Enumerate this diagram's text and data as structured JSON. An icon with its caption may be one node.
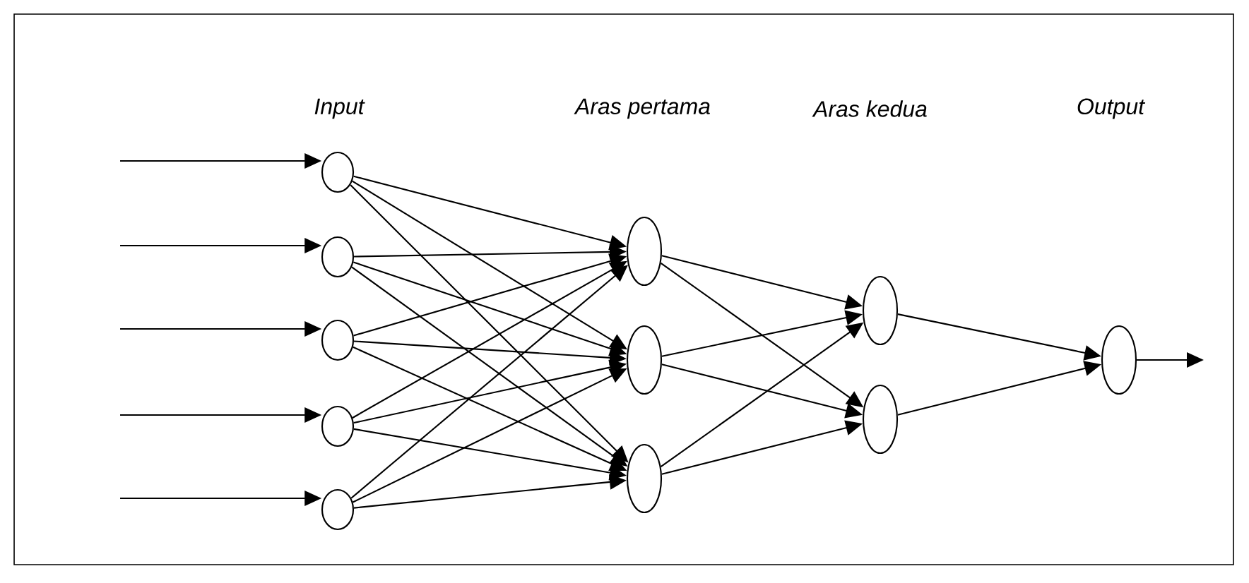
{
  "diagram": {
    "nodes": [
      {
        "text": [],
        "shape": "ellipse"
      },
      {
        "text": [],
        "shape": "ellipse"
      },
      {
        "text": [],
        "shape": "ellipse"
      },
      {
        "text": [],
        "shape": "ellipse"
      },
      {
        "text": [],
        "shape": "ellipse"
      },
      {
        "text": [],
        "shape": "ellipse"
      },
      {
        "text": [],
        "shape": "ellipse"
      },
      {
        "text": [],
        "shape": "ellipse"
      },
      {
        "text": [],
        "shape": "ellipse"
      },
      {
        "text": [],
        "shape": "ellipse"
      },
      {
        "text": [],
        "shape": "ellipse"
      }
    ],
    "edges": [
      {
        "from": null,
        "to": 0,
        "arrow": "to"
      },
      {
        "from": null,
        "to": 1,
        "arrow": "to"
      },
      {
        "from": null,
        "to": 2,
        "arrow": "to"
      },
      {
        "from": null,
        "to": 3,
        "arrow": "to"
      },
      {
        "from": null,
        "to": 4,
        "arrow": "to"
      },
      {
        "from": 0,
        "to": 5,
        "arrow": "to"
      },
      {
        "from": 0,
        "to": 6,
        "arrow": "to"
      },
      {
        "from": 0,
        "to": 7,
        "arrow": "to"
      },
      {
        "from": 1,
        "to": 5,
        "arrow": "to"
      },
      {
        "from": 1,
        "to": 6,
        "arrow": "to"
      },
      {
        "from": 1,
        "to": 7,
        "arrow": "to"
      },
      {
        "from": 2,
        "to": 5,
        "arrow": "to"
      },
      {
        "from": 2,
        "to": 6,
        "arrow": "to"
      },
      {
        "from": 2,
        "to": 7,
        "arrow": "to"
      },
      {
        "from": 3,
        "to": 5,
        "arrow": "to"
      },
      {
        "from": 3,
        "to": 6,
        "arrow": "to"
      },
      {
        "from": 3,
        "to": 7,
        "arrow": "to"
      },
      {
        "from": 4,
        "to": 5,
        "arrow": "to"
      },
      {
        "from": 4,
        "to": 6,
        "arrow": "to"
      },
      {
        "from": 4,
        "to": 7,
        "arrow": "to"
      },
      {
        "from": 5,
        "to": 8,
        "arrow": "to"
      },
      {
        "from": 5,
        "to": 9,
        "arrow": "to"
      },
      {
        "from": 6,
        "to": 8,
        "arrow": "to"
      },
      {
        "from": 6,
        "to": 9,
        "arrow": "to"
      },
      {
        "from": 7,
        "to": 8,
        "arrow": "to"
      },
      {
        "from": 7,
        "to": 9,
        "arrow": "to"
      },
      {
        "from": 8,
        "to": 10,
        "arrow": "to"
      },
      {
        "from": 9,
        "to": 10,
        "arrow": "to"
      },
      {
        "from": 10,
        "to": null,
        "arrow": "to"
      }
    ],
    "labels": [
      "Input",
      "Aras pertama",
      "Aras kedua",
      "Output"
    ]
  }
}
